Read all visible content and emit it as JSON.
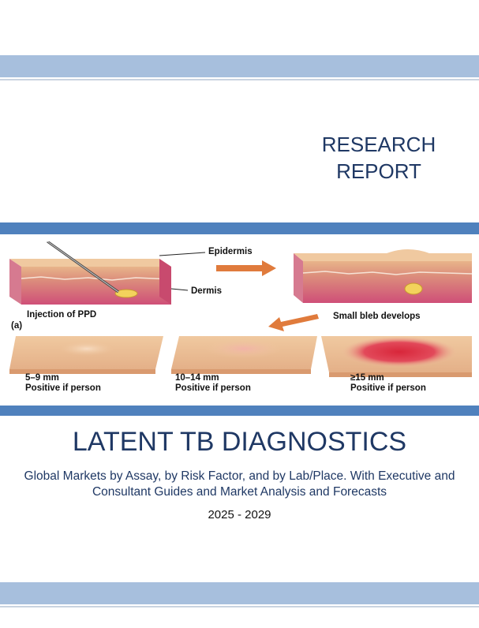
{
  "cover": {
    "report_type_line1": "RESEARCH",
    "report_type_line2": "REPORT",
    "title": "LATENT TB DIAGNOSTICS",
    "subtitle": "Global Markets by Assay, by Risk Factor, and by Lab/Place.  With Executive and Consultant Guides and Market Analysis and Forecasts",
    "years": "2025 - 2029"
  },
  "illustration": {
    "label_epidermis": "Epidermis",
    "label_dermis": "Dermis",
    "label_injection": "Injection of PPD",
    "label_panel": "(a)",
    "label_bleb": "Small bleb develops",
    "result_1_size": "5–9 mm",
    "result_1_text": "Positive if person",
    "result_2_size": "10–14 mm",
    "result_2_text": "Positive if person",
    "result_3_size": "≥15 mm",
    "result_3_text": "Positive if person"
  },
  "colors": {
    "band_light": "#a7bfdd",
    "band_dark": "#4f81bd",
    "title_navy": "#1f3864",
    "skin_pink": "#d0567a",
    "skin_top": "#e7b48d"
  }
}
